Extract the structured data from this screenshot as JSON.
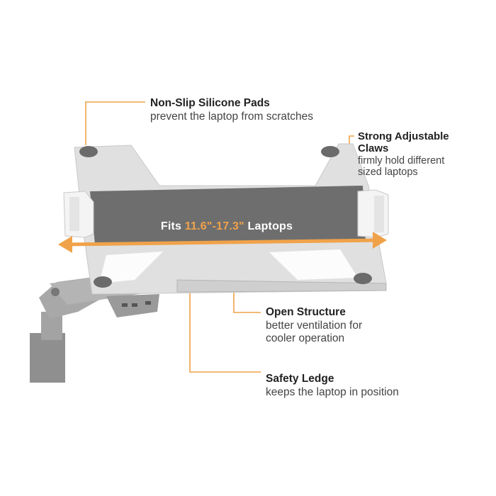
{
  "callouts": {
    "pads": {
      "title": "Non-Slip Silicone Pads",
      "desc": "prevent the laptop from scratches"
    },
    "claws": {
      "title_line1": "Strong Adjustable",
      "title_line2": "Claws",
      "desc_line1": "firmly hold different",
      "desc_line2": "sized laptops"
    },
    "open": {
      "title": "Open Structure",
      "desc_line1": "better ventilation for",
      "desc_line2": "cooler operation"
    },
    "ledge": {
      "title": "Safety Ledge",
      "desc": "keeps the laptop in position"
    }
  },
  "fits": {
    "prefix": "Fits ",
    "range": "11.6\"-17.3\"",
    "suffix": " Laptops"
  },
  "colors": {
    "accent": "#f0a24a",
    "tray": "#dcdcdc",
    "pad": "#6b6b6b",
    "arm": "#9a9a9a",
    "text": "#333333"
  }
}
